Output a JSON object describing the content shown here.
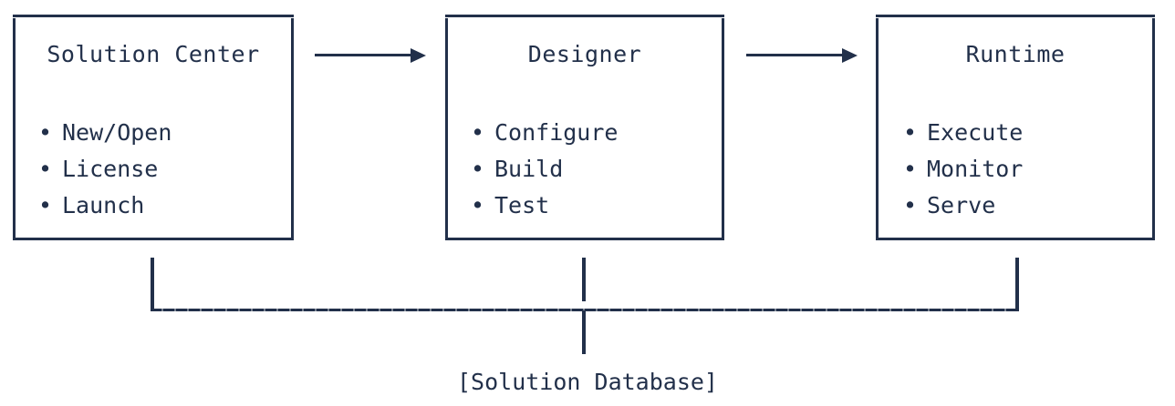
{
  "diagram": {
    "title_text": "",
    "colors": {
      "stroke": "#22304a",
      "text": "#22304a",
      "background": "#ffffff"
    },
    "nodes": [
      {
        "id": "solution-center",
        "title": "Solution Center",
        "items": [
          "New/Open",
          "License",
          "Launch"
        ],
        "bullet": "•"
      },
      {
        "id": "designer",
        "title": "Designer",
        "items": [
          "Configure",
          "Build",
          "Test"
        ],
        "bullet": "•"
      },
      {
        "id": "runtime",
        "title": "Runtime",
        "items": [
          "Execute",
          "Monitor",
          "Serve"
        ],
        "bullet": "•"
      }
    ],
    "connectors": [
      {
        "id": "arrow-solution-center-to-designer",
        "from": "solution-center",
        "to": "designer",
        "kind": "arrow"
      },
      {
        "id": "arrow-designer-to-runtime",
        "from": "designer",
        "to": "runtime",
        "kind": "arrow"
      },
      {
        "id": "bus-solution-center-to-database",
        "from": "solution-center",
        "to": "solution-database",
        "kind": "line"
      },
      {
        "id": "bus-designer-to-database",
        "from": "designer",
        "to": "solution-database",
        "kind": "line"
      },
      {
        "id": "bus-runtime-to-database",
        "from": "runtime",
        "to": "solution-database",
        "kind": "line"
      }
    ],
    "datastore": {
      "id": "solution-database",
      "label": "[Solution Database]"
    }
  }
}
